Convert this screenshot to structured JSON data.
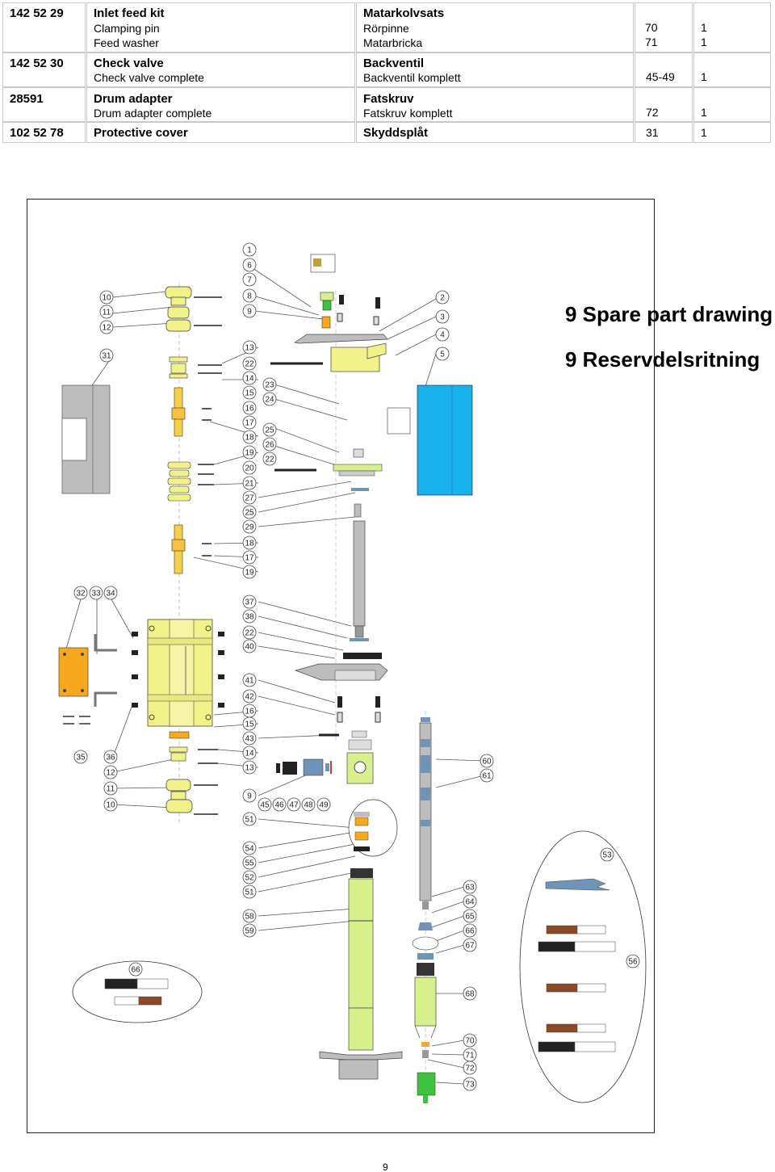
{
  "parts": [
    {
      "part_no": "142 52 29",
      "name_en": "Inlet feed kit",
      "sub_en": [
        "Clamping pin",
        "Feed washer"
      ],
      "name_sv": "Matarkolvsats",
      "sub_sv": [
        "Rörpinne",
        "Matarbricka"
      ],
      "pos": [
        "70",
        "71"
      ],
      "qty": [
        "1",
        "1"
      ]
    },
    {
      "part_no": "142 52 30",
      "name_en": "Check valve",
      "sub_en": [
        "Check valve complete"
      ],
      "name_sv": "Backventil",
      "sub_sv": [
        "Backventil komplett"
      ],
      "pos": [
        "45-49"
      ],
      "qty": [
        "1"
      ]
    },
    {
      "part_no": "28591",
      "name_en": "Drum adapter",
      "sub_en": [
        "Drum adapter complete"
      ],
      "name_sv": "Fatskruv",
      "sub_sv": [
        "Fatskruv komplett"
      ],
      "pos": [
        "72"
      ],
      "qty": [
        "1"
      ]
    },
    {
      "part_no": "102 52 78",
      "name_en": "Protective cover",
      "sub_en": [],
      "name_sv": "Skyddsplåt",
      "sub_sv": [],
      "pos": [
        "31"
      ],
      "qty": [
        "1"
      ]
    }
  ],
  "drawing": {
    "title_en": "9 Spare part drawing",
    "title_sv": "9 Reservdelsritning",
    "callouts": [
      "1",
      "6",
      "7",
      "8",
      "9",
      "2",
      "3",
      "4",
      "5",
      "10",
      "11",
      "12",
      "31",
      "13",
      "22",
      "14",
      "15",
      "16",
      "17",
      "18",
      "19",
      "20",
      "21",
      "23",
      "24",
      "25",
      "26",
      "22",
      "27",
      "25",
      "29",
      "18",
      "17",
      "19",
      "32",
      "33",
      "34",
      "37",
      "38",
      "22",
      "40",
      "41",
      "42",
      "16",
      "15",
      "43",
      "14",
      "13",
      "35",
      "36",
      "12",
      "11",
      "10",
      "9",
      "51",
      "45",
      "46",
      "47",
      "48",
      "49",
      "60",
      "61",
      "54",
      "55",
      "52",
      "51",
      "58",
      "59",
      "63",
      "64",
      "65",
      "66",
      "67",
      "68",
      "70",
      "71",
      "72",
      "73",
      "53",
      "56",
      "66"
    ]
  },
  "page": {
    "number": "9"
  },
  "colors": {
    "yellow": "#f2f28a",
    "lime": "#d8f08c",
    "cyan": "#1ab0ee",
    "orange": "#f7a81c",
    "gray": "#bdbdbd",
    "steel_blue": "#6f94b8",
    "brown": "#8a4a26",
    "green": "#3fc23f"
  }
}
